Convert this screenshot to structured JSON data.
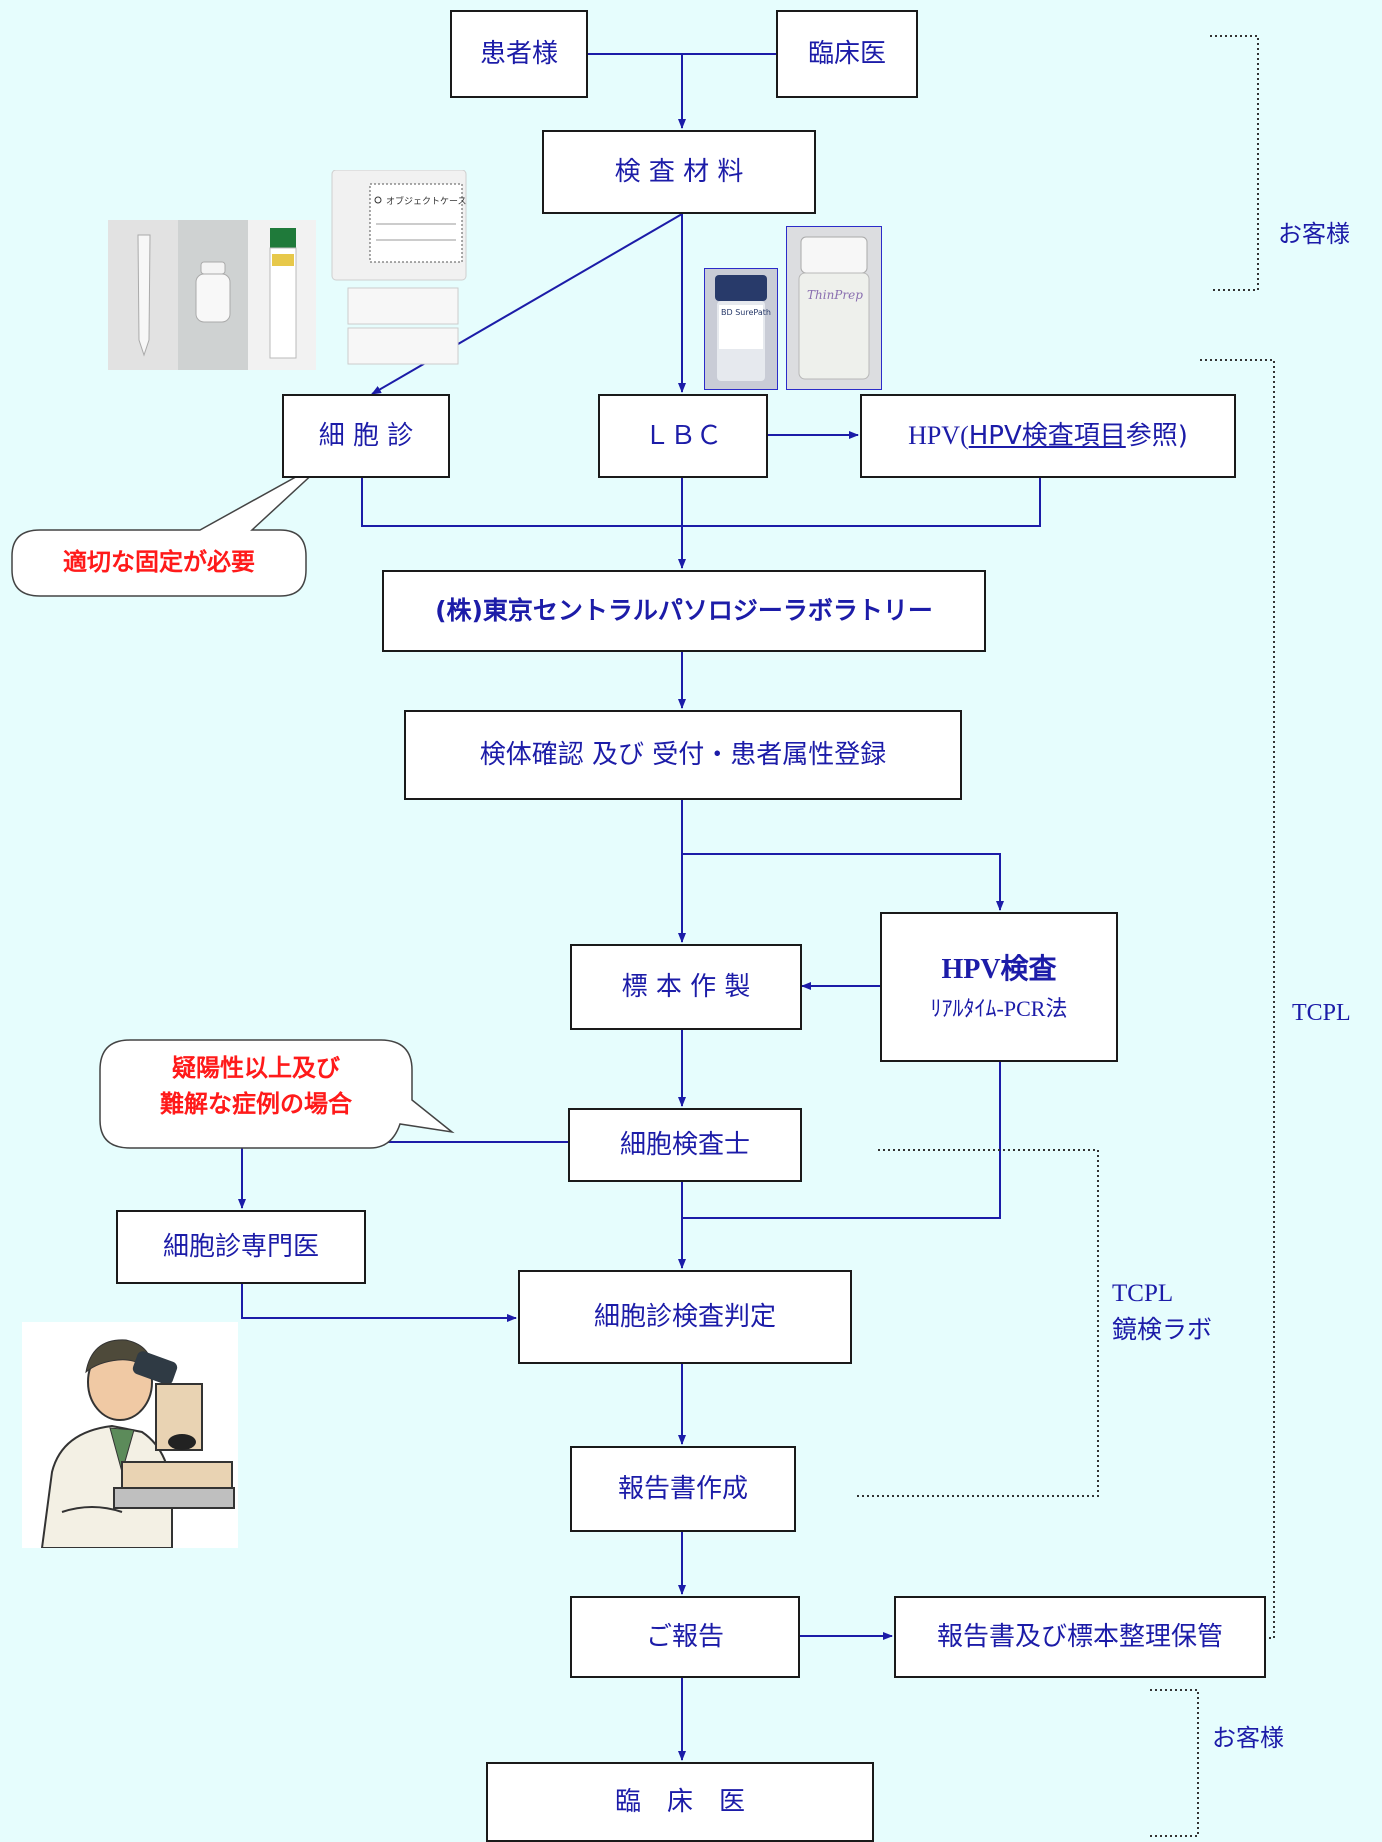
{
  "nodes": {
    "patient": "患者様",
    "clinician_top": "臨床医",
    "specimen": "検 査 材 料",
    "cytology": "細 胞 診",
    "lbc": "ＬＢＣ",
    "hpv_prefix": "HPV(",
    "hpv_link": "HPV検査項目",
    "hpv_suffix": "参照)",
    "lab": "(株)東京セントラルパソロジーラボラトリー",
    "reception": "検体確認 及び 受付・患者属性登録",
    "slide_prep": "標 本 作 製",
    "hpv_test_title": "HPV検査",
    "hpv_test_method": "ﾘｱﾙﾀｲﾑ-PCR法",
    "cytotechnologist": "細胞検査士",
    "cytopathologist": "細胞診専門医",
    "judgement": "細胞診検査判定",
    "report_creation": "報告書作成",
    "report": "ご報告",
    "storage": "報告書及び標本整理保管",
    "clinician_bottom": "臨　床　医"
  },
  "callouts": {
    "fixation": "適切な固定が必要",
    "suspicious_line1": "疑陽性以上及び",
    "suspicious_line2": "難解な症例の場合"
  },
  "side_labels": {
    "customer_top": "お客様",
    "tcpl": "TCPL",
    "lab_tcpl": "TCPL",
    "lab_name": "鏡検ラボ",
    "customer_bottom": "お客様"
  },
  "product_labels": {
    "object_case": "オブジェクトケース",
    "surepath": "BD SurePath",
    "thinprep": "ThinPrep"
  },
  "colors": {
    "background": "#e6fdfd",
    "line": "#1c1ca8",
    "text": "#1c1ca8",
    "alert": "#ff1a1a"
  }
}
